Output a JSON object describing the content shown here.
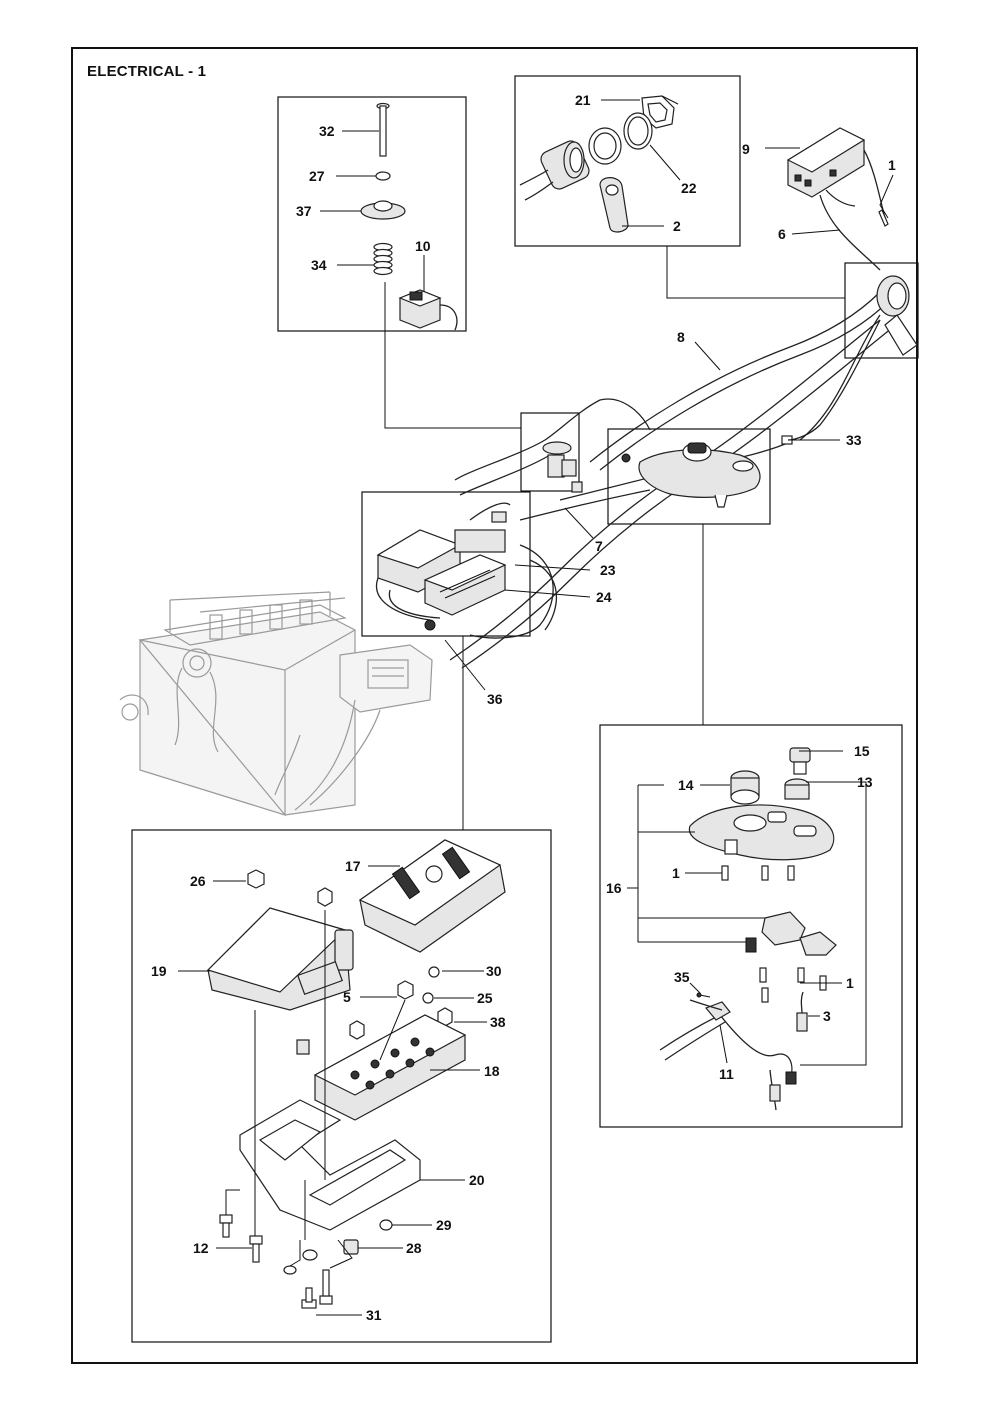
{
  "title": "ELECTRICAL - 1",
  "callouts": {
    "c1a": "1",
    "c1b": "1",
    "c1c": "1",
    "c2": "2",
    "c3": "3",
    "c5": "5",
    "c6": "6",
    "c7": "7",
    "c8": "8",
    "c9": "9",
    "c10": "10",
    "c11": "11",
    "c12": "12",
    "c13": "13",
    "c14": "14",
    "c15": "15",
    "c16": "16",
    "c17": "17",
    "c18": "18",
    "c19": "19",
    "c20": "20",
    "c21": "21",
    "c22": "22",
    "c23": "23",
    "c24": "24",
    "c25": "25",
    "c26": "26",
    "c27": "27",
    "c28": "28",
    "c29": "29",
    "c30": "30",
    "c31": "31",
    "c32": "32",
    "c33": "33",
    "c34": "34",
    "c35": "35",
    "c36": "36",
    "c37": "37",
    "c38": "38"
  }
}
